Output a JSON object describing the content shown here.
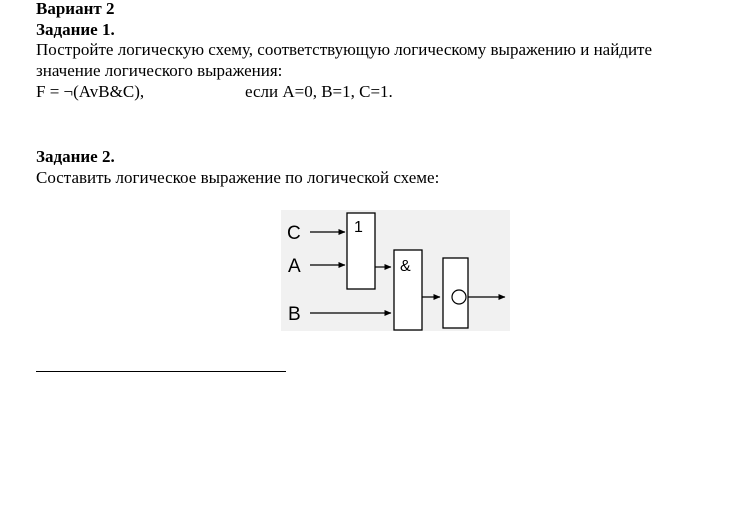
{
  "document": {
    "variant_title": "Вариант 2",
    "task1": {
      "title": "Задание 1.",
      "body_lines": [
        "Постройте логическую схему, соответствующую логическому выражению и найдите",
        "значение логического выражения:"
      ],
      "formula": "F = ¬(AvB&C),",
      "condition": "если А=0, В=1, С=1."
    },
    "task2": {
      "title": "Задание 2.",
      "body": "Составить логическое выражение по логической схеме:"
    },
    "diagram": {
      "inputs": [
        "C",
        "A",
        "B"
      ],
      "or_gate_label": "1",
      "and_gate_label": "&",
      "background_color": "#f1f1f1",
      "line_color": "#000000"
    }
  }
}
